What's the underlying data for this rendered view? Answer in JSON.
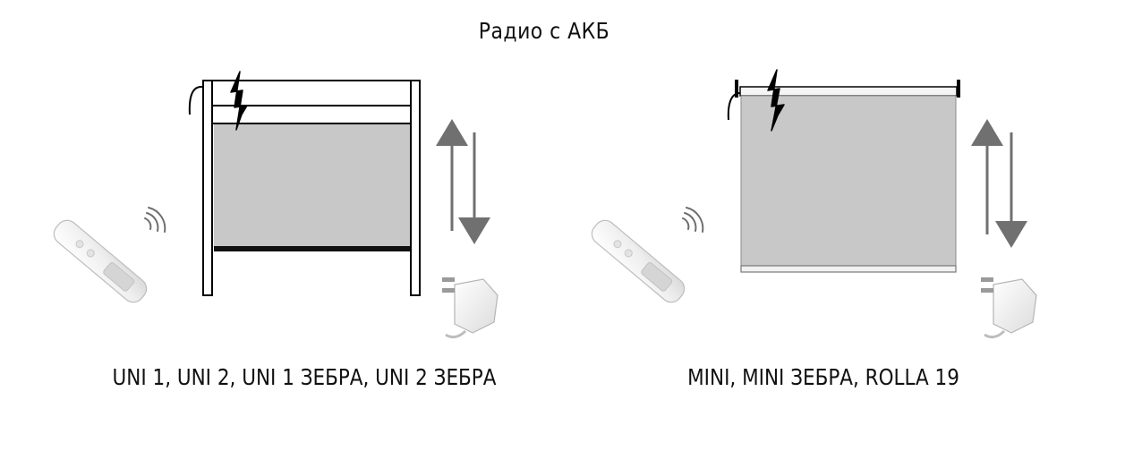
{
  "title": "Радио с АКБ",
  "left_panel": {
    "caption": "UNI 1, UNI 2, UNI 1 ЗЕБРА, UNI 2 ЗЕБРА",
    "icons": [
      "remote-control-icon",
      "radio-waves-icon",
      "lightning-bolt-icon",
      "arrow-up-icon",
      "arrow-down-icon",
      "power-adapter-icon"
    ]
  },
  "right_panel": {
    "caption": "MINI, MINI ЗЕБРА, ROLLA 19",
    "icons": [
      "remote-control-icon",
      "radio-waves-icon",
      "lightning-bolt-icon",
      "arrow-up-icon",
      "arrow-down-icon",
      "power-adapter-icon"
    ]
  },
  "colors": {
    "blind_fabric": "#c8c8c8",
    "frame_stroke": "#000000",
    "arrow": "#707070",
    "device_body": "#f2f2f2"
  }
}
